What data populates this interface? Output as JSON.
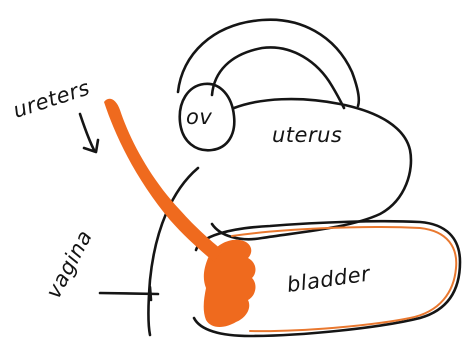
{
  "labels": {
    "ureters": "ureters",
    "ov": "ov",
    "uterus": "uterus",
    "vagina": "vagina",
    "bladder": "bladder"
  },
  "colors": {
    "ink": "#151515",
    "orange": "#ef6a1e",
    "orange_outline": "#e9782f",
    "paper": "#ffffff"
  }
}
